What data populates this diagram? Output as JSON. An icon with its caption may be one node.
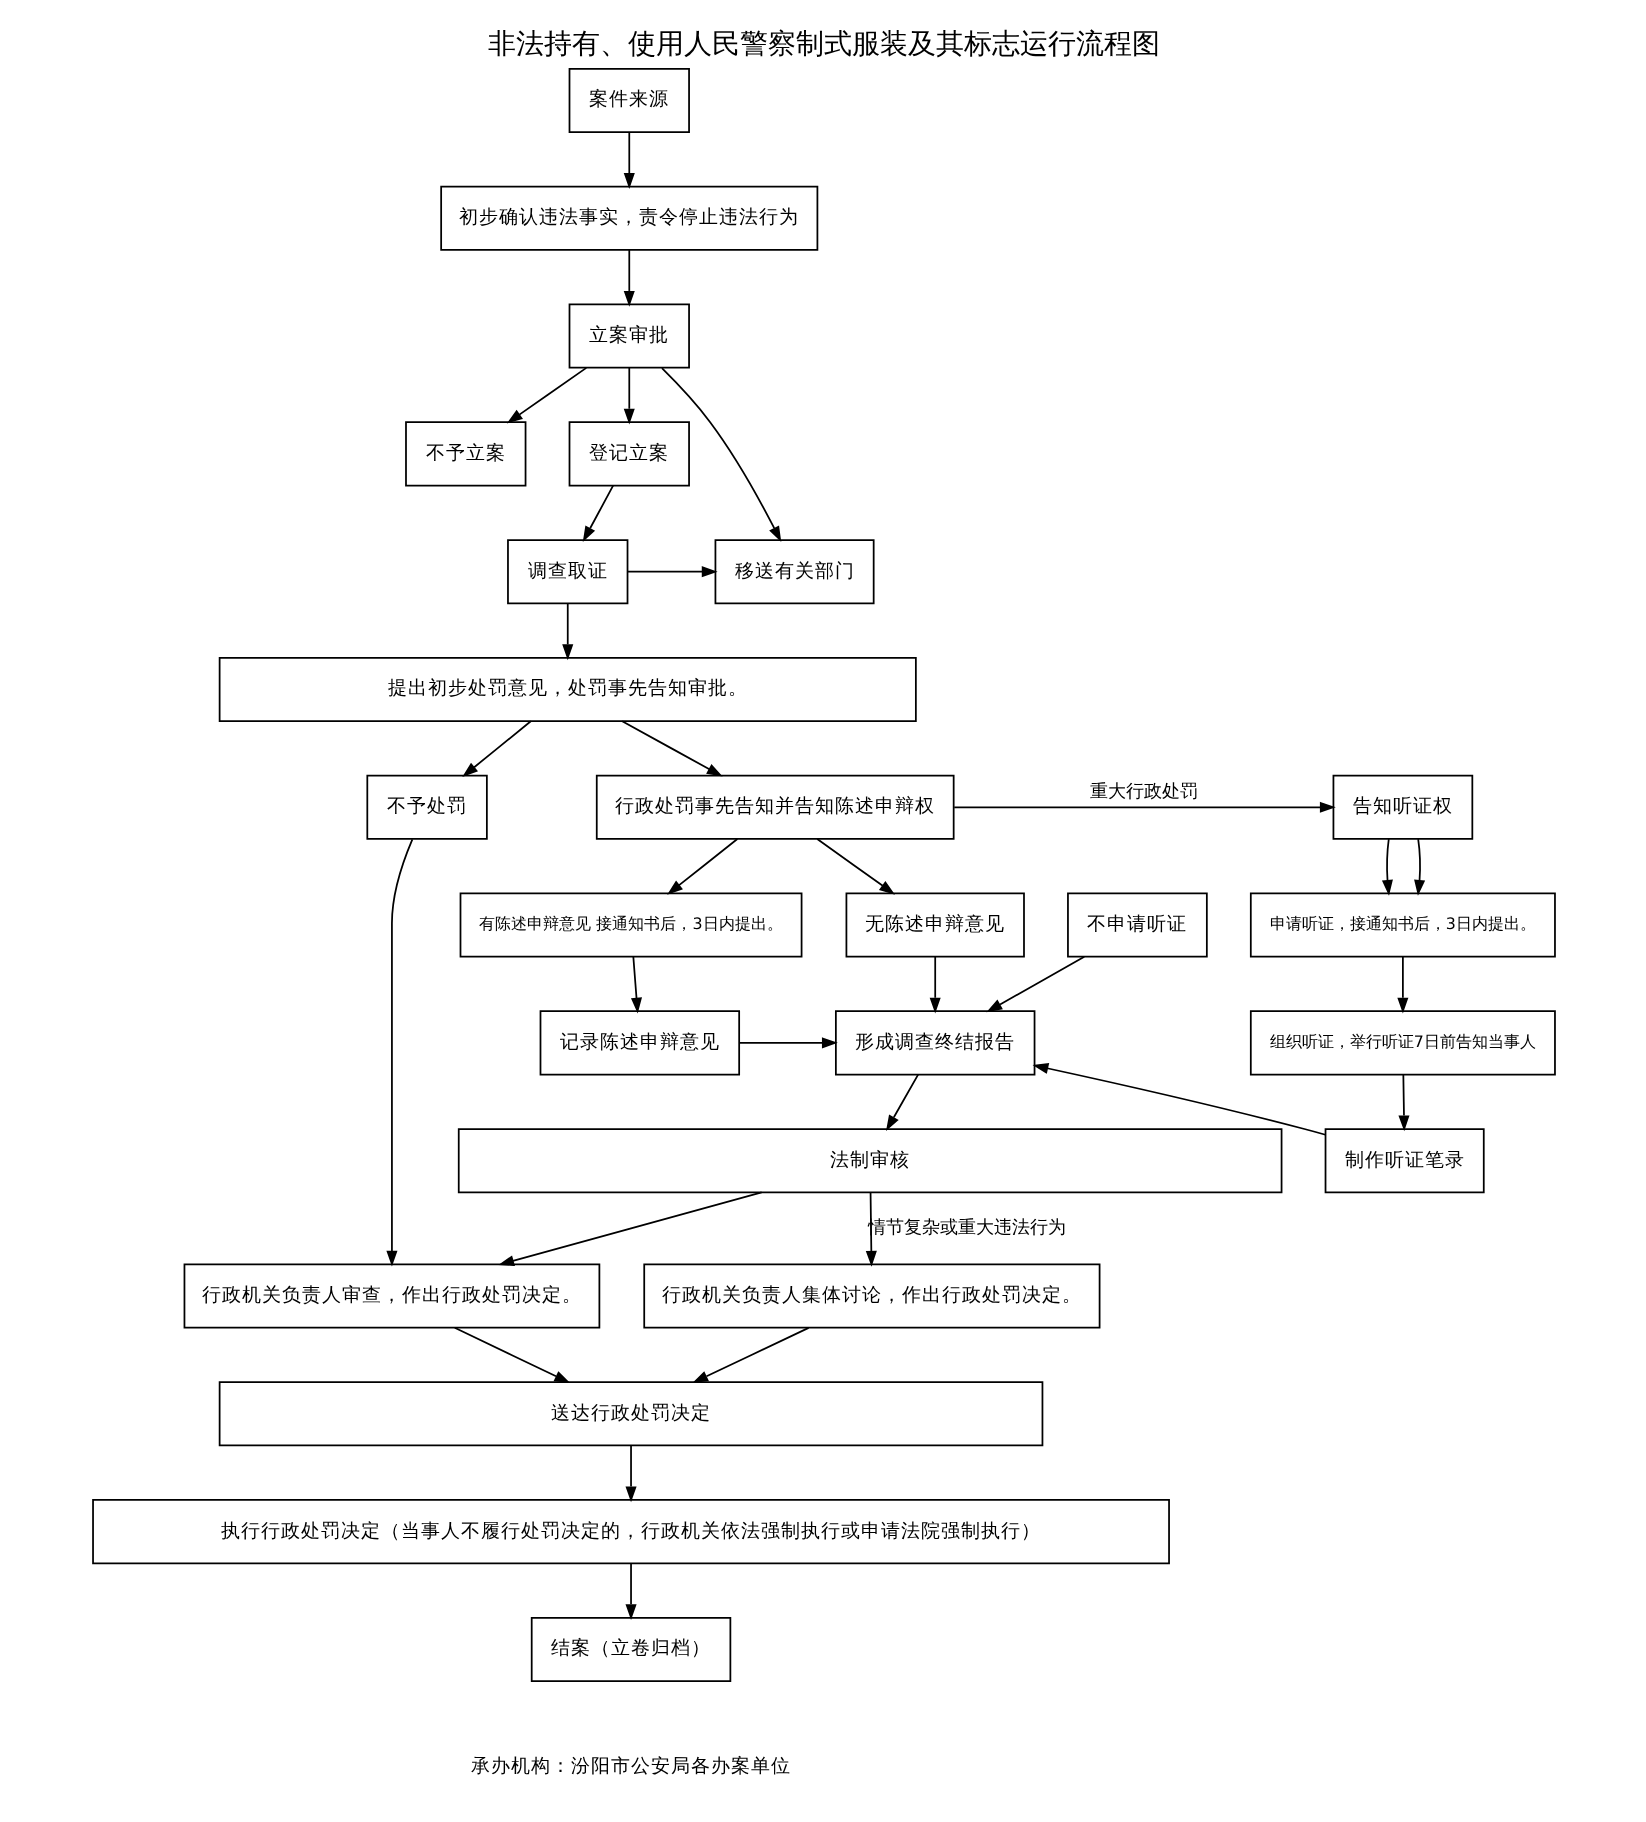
{
  "diagram": {
    "title": "非法持有、使用人民警察制式服装及其标志运行流程图",
    "nodes": [
      {
        "text": [
          "案件来源"
        ]
      },
      {
        "text": [
          "初步确认违法事实，责令停止违法行为"
        ]
      },
      {
        "text": [
          "立案审批"
        ]
      },
      {
        "text": [
          "不予立案"
        ]
      },
      {
        "text": [
          "登记立案"
        ]
      },
      {
        "text": [
          "调查取证"
        ]
      },
      {
        "text": [
          "移送有关部门"
        ]
      },
      {
        "text": [
          "提出初步处罚意见，处罚事先告知审批。"
        ]
      },
      {
        "text": [
          "不予处罚"
        ]
      },
      {
        "text": [
          "行政处罚事先告知并告知陈述申辩权"
        ]
      },
      {
        "text": [
          "告知听证权"
        ]
      },
      {
        "text": [
          "有陈述申辩意见 接通知书后，3日内提出。"
        ]
      },
      {
        "text": [
          "无陈述申辩意见"
        ]
      },
      {
        "text": [
          "不申请听证"
        ]
      },
      {
        "text": [
          "申请听证，接通知书后，3日内提出。"
        ]
      },
      {
        "text": [
          "组织听证，举行听证7日前告知当事人"
        ]
      },
      {
        "text": [
          "记录陈述申辩意见"
        ]
      },
      {
        "text": [
          "形成调查终结报告"
        ]
      },
      {
        "text": [
          "制作听证笔录"
        ]
      },
      {
        "text": [
          "法制审核"
        ]
      },
      {
        "text": [
          "行政机关负责人审查，作出行政处罚决定。"
        ]
      },
      {
        "text": [
          "行政机关负责人集体讨论，作出行政处罚决定。"
        ]
      },
      {
        "text": [
          "送达行政处罚决定"
        ]
      },
      {
        "text": [
          "执行行政处罚决定（当事人不履行处罚决定的，行政机关依法强制执行或申请法院强制执行）"
        ]
      },
      {
        "text": [
          "结案（立卷归档）"
        ]
      }
    ],
    "edges": [
      {
        "from": 0,
        "to": 1,
        "arrow": "to"
      },
      {
        "from": 1,
        "to": 2,
        "arrow": "to"
      },
      {
        "from": 2,
        "to": 3,
        "arrow": "to"
      },
      {
        "from": 2,
        "to": 4,
        "arrow": "to"
      },
      {
        "from": 2,
        "to": 6,
        "arrow": "to"
      },
      {
        "from": 4,
        "to": 5,
        "arrow": "to"
      },
      {
        "from": 5,
        "to": 6,
        "arrow": "to"
      },
      {
        "from": 5,
        "to": 7,
        "arrow": "to"
      },
      {
        "from": 7,
        "to": 8,
        "arrow": "to"
      },
      {
        "from": 7,
        "to": 9,
        "arrow": "to"
      },
      {
        "from": 9,
        "to": 10,
        "label": "重大行政处罚",
        "arrow": "to"
      },
      {
        "from": 9,
        "to": 11,
        "arrow": "to"
      },
      {
        "from": 9,
        "to": 12,
        "arrow": "to"
      },
      {
        "from": 10,
        "to": 14,
        "arrow": "to"
      },
      {
        "from": 10,
        "to": 14,
        "arrow": "to"
      },
      {
        "from": 14,
        "to": 15,
        "arrow": "to"
      },
      {
        "from": 15,
        "to": 18,
        "arrow": "to"
      },
      {
        "from": 11,
        "to": 16,
        "arrow": "to"
      },
      {
        "from": 12,
        "to": 17,
        "arrow": "to"
      },
      {
        "from": 16,
        "to": 17,
        "arrow": "to"
      },
      {
        "from": 13,
        "to": 17,
        "arrow": "to"
      },
      {
        "from": 18,
        "to": 17,
        "arrow": "to"
      },
      {
        "from": 17,
        "to": 19,
        "arrow": "to"
      },
      {
        "from": 19,
        "to": 20,
        "arrow": "to"
      },
      {
        "from": 19,
        "to": 21,
        "label": "情节复杂或重大违法行为",
        "arrow": "to"
      },
      {
        "from": 8,
        "to": 20,
        "arrow": "to"
      },
      {
        "from": 20,
        "to": 22,
        "arrow": "to"
      },
      {
        "from": 21,
        "to": 22,
        "arrow": "to"
      },
      {
        "from": 22,
        "to": 23,
        "arrow": "to"
      },
      {
        "from": 23,
        "to": 24,
        "arrow": "to"
      }
    ],
    "labels": [
      "承办机构：汾阳市公安局各办案单位"
    ]
  }
}
